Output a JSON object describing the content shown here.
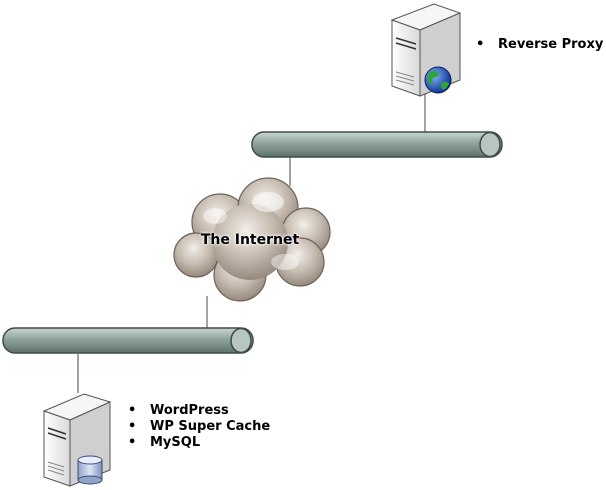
{
  "diagram": {
    "cloud": {
      "label": "The Internet"
    },
    "top_server": {
      "items": [
        "Reverse Proxy"
      ]
    },
    "bottom_server": {
      "items": [
        "WordPress",
        "WP Super Cache",
        "MySQL"
      ]
    },
    "colors": {
      "pipe": "#8fa39d",
      "cloud": "#b3a79c",
      "server": "#e8e8e8"
    }
  }
}
